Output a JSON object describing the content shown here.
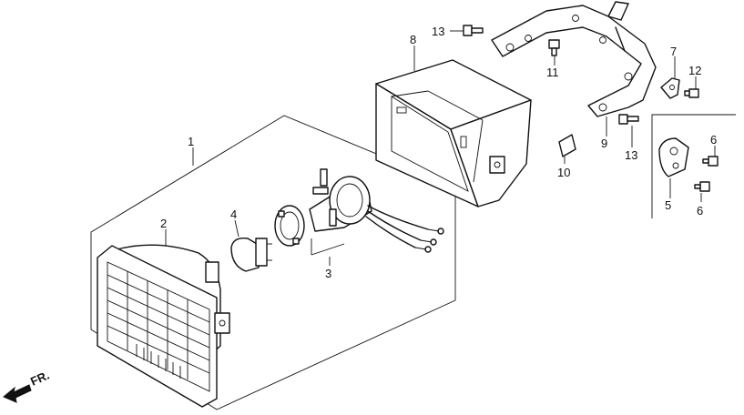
{
  "diagram": {
    "callouts": {
      "p1": "1",
      "p2": "2",
      "p3": "3",
      "p4": "4",
      "p5": "5",
      "p6a": "6",
      "p6b": "6",
      "p7": "7",
      "p8": "8",
      "p9": "9",
      "p10": "10",
      "p11": "11",
      "p12": "12",
      "p13a": "13",
      "p13b": "13"
    },
    "direction_label": "FR.",
    "icons": {
      "direction": "front-arrow-icon"
    }
  }
}
